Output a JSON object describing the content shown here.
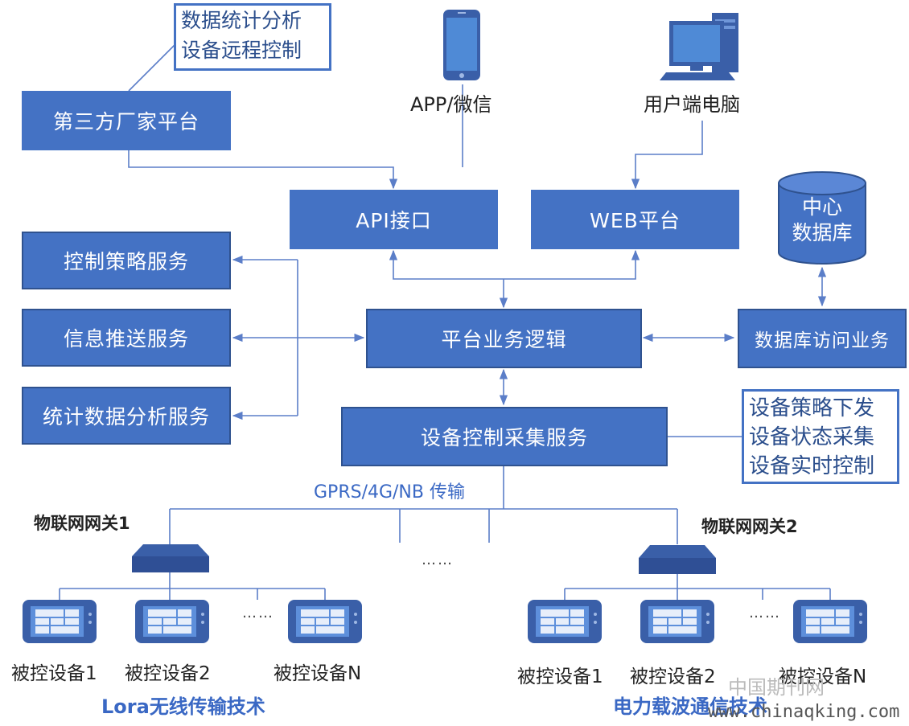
{
  "notes": {
    "third_party_note": [
      "数据统计分析",
      "设备远程控制"
    ],
    "device_note": [
      "设备策略下发",
      "设备状态采集",
      "设备实时控制"
    ]
  },
  "boxes": {
    "third_party": "第三方厂家平台",
    "api": "API接口",
    "web": "WEB平台",
    "control_strategy": "控制策略服务",
    "info_push": "信息推送服务",
    "stat_analysis": "统计数据分析服务",
    "platform_logic": "平台业务逻辑",
    "db_access": "数据库访问业务",
    "device_collect": "设备控制采集服务",
    "central_db": [
      "中心",
      "数据库"
    ]
  },
  "labels": {
    "app": "APP/微信",
    "pc": "用户端电脑",
    "transport": "GPRS/4G/NB 传输",
    "gateway1": "物联网网关1",
    "gateway2": "物联网网关2",
    "middle_dots": "……",
    "left_tech": "Lora无线传输技术",
    "right_tech": "电力载波通信技术"
  },
  "left_devices": [
    "被控设备1",
    "被控设备2",
    "……",
    "被控设备N"
  ],
  "right_devices": [
    "被控设备1",
    "被控设备2",
    "……",
    "被控设备N"
  ],
  "watermark": {
    "cn": "中国期刊网",
    "url": "www.chinaqking.com"
  },
  "colors": {
    "box_fill": "#4472c4",
    "box_border": "#2f528f",
    "connector": "#5b7ec8",
    "accent_text": "#3a68c4"
  },
  "icons": {
    "phone": "smartphone-icon",
    "pc": "desktop-computer-icon",
    "database": "database-cylinder-icon",
    "gateway": "gateway-router-icon",
    "device": "controlled-device-icon"
  }
}
